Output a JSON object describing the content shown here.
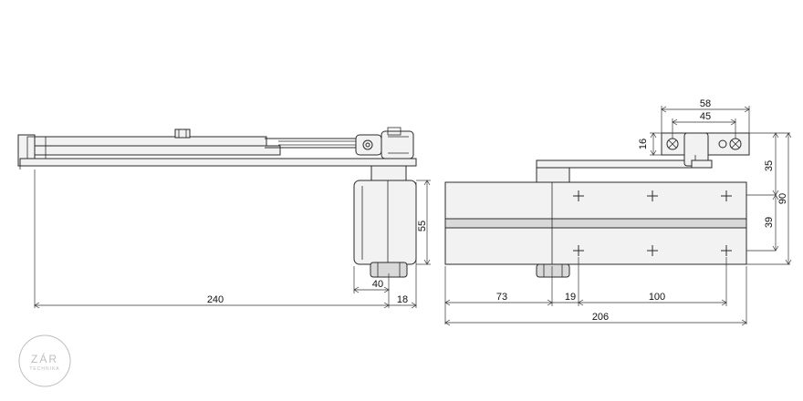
{
  "dimensions": {
    "left_total": "240",
    "left_body_width": "40",
    "left_offset": "18",
    "left_body_height": "55",
    "top_bracket_outer": "58",
    "top_bracket_inner": "45",
    "top_bracket_height": "16",
    "right_height_top": "35",
    "right_height_total": "90",
    "right_hole_spacing": "39",
    "right_a": "73",
    "right_b": "19",
    "right_c": "100",
    "right_total": "206"
  },
  "logo": {
    "name": "ZÁR",
    "sub": "TECHNIKA"
  }
}
